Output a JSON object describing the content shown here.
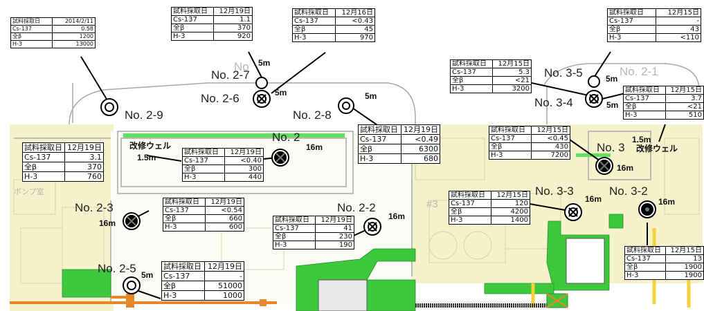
{
  "tables": [
    {
      "id": "t2014",
      "header": [
        "試料採取日",
        "2014/2/11"
      ],
      "rows": [
        [
          "Cs-137",
          "0.58"
        ],
        [
          "全β",
          "1200"
        ],
        [
          "H-3",
          "13000"
        ]
      ]
    },
    {
      "id": "t27",
      "header": [
        "試料採取日",
        "12月19日"
      ],
      "rows": [
        [
          "Cs-137",
          "1.1"
        ],
        [
          "全β",
          "370"
        ],
        [
          "H-3",
          "920"
        ]
      ]
    },
    {
      "id": "t26",
      "header": [
        "試料採取日",
        "12月16日"
      ],
      "rows": [
        [
          "Cs-137",
          "<0.43"
        ],
        [
          "全β",
          "45"
        ],
        [
          "H-3",
          "970"
        ]
      ]
    },
    {
      "id": "t35",
      "header": [
        "試料採取日",
        "12月15日"
      ],
      "rows": [
        [
          "Cs-137",
          "-"
        ],
        [
          "全β",
          "43"
        ],
        [
          "H-3",
          "<110"
        ]
      ]
    },
    {
      "id": "t34",
      "header": [
        "試料採取日",
        "12月15日"
      ],
      "rows": [
        [
          "Cs-137",
          "5.3"
        ],
        [
          "全β",
          "<21"
        ],
        [
          "H-3",
          "3200"
        ]
      ]
    },
    {
      "id": "t3kai",
      "header": [
        "試料採取日",
        "12月15日"
      ],
      "rows": [
        [
          "Cs-137",
          "3.7"
        ],
        [
          "全β",
          "<21"
        ],
        [
          "H-3",
          "510"
        ]
      ]
    },
    {
      "id": "t28",
      "header": [
        "試料採取日",
        "12月19日"
      ],
      "rows": [
        [
          "Cs-137",
          "<0.49"
        ],
        [
          "全β",
          "6300"
        ],
        [
          "H-3",
          "680"
        ]
      ]
    },
    {
      "id": "t3",
      "header": [
        "試料採取日",
        "12月15日"
      ],
      "rows": [
        [
          "Cs-137",
          "<0.45"
        ],
        [
          "全β",
          "430"
        ],
        [
          "H-3",
          "7200"
        ]
      ]
    },
    {
      "id": "t2kai",
      "header": [
        "試料採取日",
        "12月19日"
      ],
      "rows": [
        [
          "Cs-137",
          "3.1"
        ],
        [
          "全β",
          "370"
        ],
        [
          "H-3",
          "760"
        ]
      ]
    },
    {
      "id": "t2",
      "header": [
        "試料採取日",
        "12月19日"
      ],
      "rows": [
        [
          "Cs-137",
          "<0.40"
        ],
        [
          "全β",
          "300"
        ],
        [
          "H-3",
          "440"
        ]
      ]
    },
    {
      "id": "t33",
      "header": [
        "試料採取日",
        "12月15日"
      ],
      "rows": [
        [
          "Cs-137",
          "120"
        ],
        [
          "全β",
          "4200"
        ],
        [
          "H-3",
          "1400"
        ]
      ]
    },
    {
      "id": "t23",
      "header": [
        "試料採取日",
        "12月19日"
      ],
      "rows": [
        [
          "Cs-137",
          "<0.54"
        ],
        [
          "全β",
          "660"
        ],
        [
          "H-3",
          "600"
        ]
      ]
    },
    {
      "id": "t22",
      "header": [
        "試料採取日",
        "12月19日"
      ],
      "rows": [
        [
          "Cs-137",
          "41"
        ],
        [
          "全β",
          "230"
        ],
        [
          "H-3",
          "190"
        ]
      ]
    },
    {
      "id": "t25",
      "header": [
        "試料採取日",
        "12月19日"
      ],
      "rows": [
        [
          "Cs-137",
          "-"
        ],
        [
          "全β",
          "51000"
        ],
        [
          "H-3",
          "1000"
        ]
      ]
    },
    {
      "id": "t32",
      "header": [
        "試料採取日",
        "12月15日"
      ],
      "rows": [
        [
          "Cs-137",
          "13"
        ],
        [
          "全β",
          "1900"
        ],
        [
          "H-3",
          "1900"
        ]
      ]
    }
  ],
  "wells": {
    "w27": "No. 2-7",
    "w26": "No. 2-6",
    "w29": "No. 2-9",
    "w28": "No. 2-8",
    "w2": "No. 2",
    "w23": "No. 2-3",
    "w22": "No. 2-2",
    "w25": "No. 2-5",
    "w35": "No. 3-5",
    "w34": "No. 3-4",
    "w3": "No. 3",
    "w33": "No. 3-3",
    "w32": "No. 3-2"
  },
  "ghost_labels": {
    "no": "No",
    "g21": "No. 2-1",
    "g3": "#3"
  },
  "room_label": "ポンプ室",
  "improved_well": "改修ウェル",
  "depths": {
    "d27": "5m",
    "d26": "5m",
    "d28": "5m",
    "d35": "5m",
    "d34": "5m",
    "d25": "5m",
    "d2": "16m",
    "d23": "16m",
    "d22": "16m",
    "d3": "16m",
    "d33": "16m",
    "d32": "16m",
    "d2kai": "1.5m",
    "d3kai": "1.5m"
  },
  "colors": {
    "green": "#3ec83e",
    "orange": "#e8862a",
    "yellow": "#f2d23a",
    "grey_line": "#aaaaaa",
    "building": "#f4f0c8"
  }
}
